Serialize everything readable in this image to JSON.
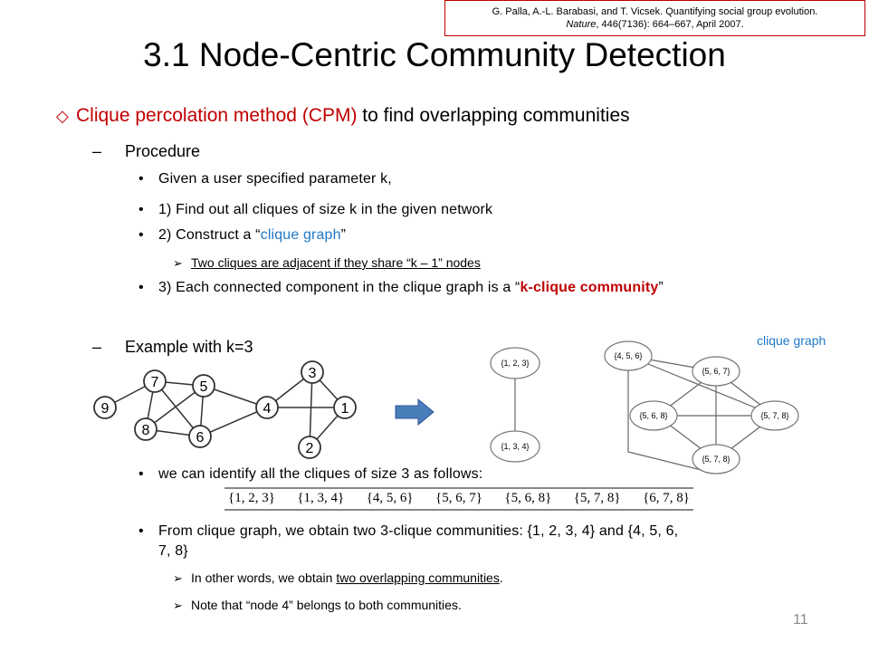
{
  "reference": {
    "line1": "G. Palla, A.-L. Barabasi, and T. Vicsek. Quantifying social group evolution.",
    "journal": "Nature",
    "line2_rest": ", 446(7136): 664–667, April 2007."
  },
  "title": "3.1 Node-Centric Community Detection",
  "heading": {
    "bullet": "◇",
    "method": "Clique percolation method (CPM)",
    "rest": " to find overlapping communities"
  },
  "procedure": {
    "dash": "–",
    "label": "Procedure",
    "items": [
      "Given a user specified parameter k,",
      "1) Find out all cliques of size k in the given network"
    ],
    "step2_pre": "2) Construct a “",
    "step2_term": "clique graph",
    "step2_post": "”",
    "sub_arrow": "➢",
    "sub_item": "Two cliques are adjacent if they share “k – 1” nodes",
    "step3_pre": "3) Each connected component in the clique graph is a “",
    "step3_term": "k-clique community",
    "step3_post": "”"
  },
  "example": {
    "dash": "–",
    "label": "Example with k=3",
    "clique_graph_label": "clique graph",
    "bullet": "•",
    "identify_text": "we can identify all the cliques of size 3 as follows:",
    "cliques": [
      "{1, 2, 3}",
      "{1, 3, 4}",
      "{4, 5, 6}",
      "{5, 6, 7}",
      "{5, 6, 8}",
      "{5, 7, 8}",
      "{6, 7, 8}"
    ],
    "result_line1": "From clique graph, we obtain two 3-clique communities: {1, 2, 3, 4} and {4, 5, 6,",
    "result_line2": "7, 8}",
    "arrow": "➢",
    "other_words_pre": "In other words, we obtain ",
    "other_words_u": "two overlapping communities",
    "other_words_post": ".",
    "note": "Note that “node 4” belongs to both communities."
  },
  "network": {
    "nodes": [
      "7",
      "5",
      "3",
      "9",
      "4",
      "1",
      "8",
      "6",
      "2"
    ]
  },
  "clique_graph_left": {
    "nodes": [
      "{1, 2, 3}",
      "{1, 3, 4}"
    ]
  },
  "clique_graph_right": {
    "nodes": [
      "{4, 5, 6}",
      "{5, 6, 7}",
      "{5, 6, 8}",
      "{5, 7, 8}",
      "{5, 7, 8}"
    ]
  },
  "page_number": "11",
  "colors": {
    "accent_red": "#c00000",
    "accent_blue": "#1f78c8",
    "arrow_blue": "#4a7ebb"
  }
}
